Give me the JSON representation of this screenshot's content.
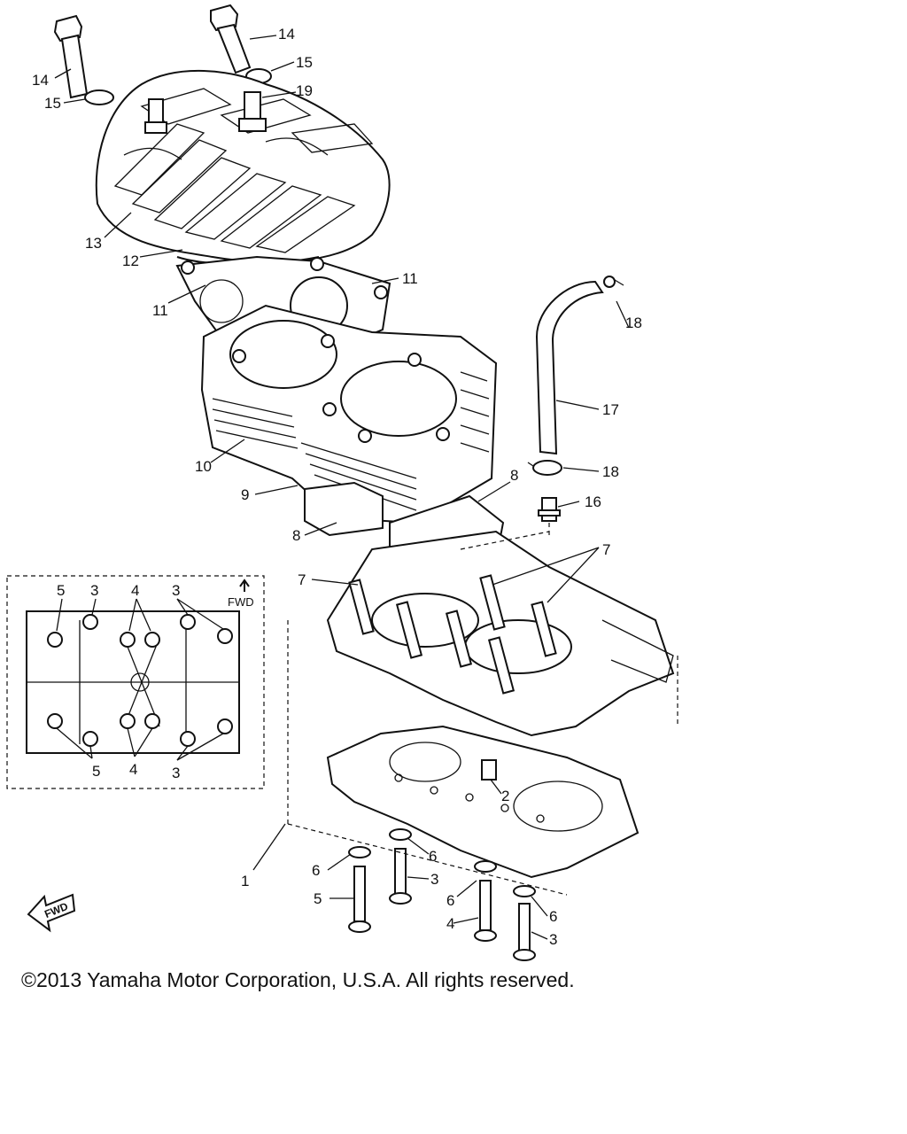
{
  "copyright": "©2013 Yamaha Motor Corporation, U.S.A. All rights reserved.",
  "fwd_label": "FWD",
  "callouts": {
    "c1": "1",
    "c2": "2",
    "c3a": "3",
    "c3b": "3",
    "c4": "4",
    "c5": "5",
    "c6a": "6",
    "c6b": "6",
    "c6c": "6",
    "c6d": "6",
    "c7a": "7",
    "c7b": "7",
    "c8a": "8",
    "c8b": "8",
    "c9": "9",
    "c10": "10",
    "c11a": "11",
    "c11b": "11",
    "c12": "12",
    "c13": "13",
    "c14a": "14",
    "c14b": "14",
    "c15a": "15",
    "c15b": "15",
    "c16": "16",
    "c17": "17",
    "c18a": "18",
    "c18b": "18",
    "c19": "19"
  },
  "inset": {
    "fwd": "FWD",
    "top": {
      "t5": "5",
      "t3a": "3",
      "t4": "4",
      "t3b": "3"
    },
    "bottom": {
      "b5": "5",
      "b4": "4",
      "b3": "3"
    }
  }
}
